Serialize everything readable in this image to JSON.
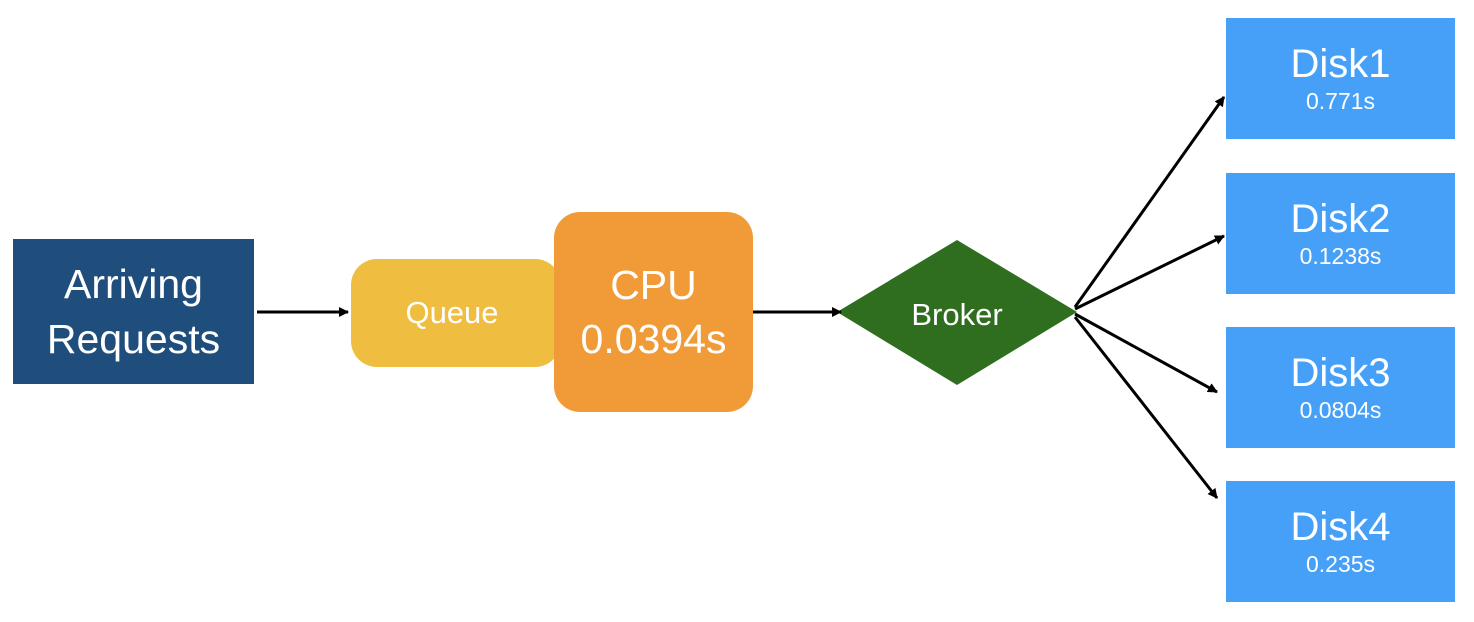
{
  "nodes": {
    "arriving": {
      "line1": "Arriving",
      "line2": "Requests"
    },
    "queue": {
      "label": "Queue"
    },
    "cpu": {
      "label": "CPU",
      "time": "0.0394s"
    },
    "broker": {
      "label": "Broker"
    },
    "disks": [
      {
        "label": "Disk1",
        "time": "0.771s"
      },
      {
        "label": "Disk2",
        "time": "0.1238s"
      },
      {
        "label": "Disk3",
        "time": "0.0804s"
      },
      {
        "label": "Disk4",
        "time": "0.235s"
      }
    ]
  },
  "edges": [
    {
      "from": "arriving",
      "to": "queue"
    },
    {
      "from": "cpu",
      "to": "broker"
    },
    {
      "from": "broker",
      "to": "disk1"
    },
    {
      "from": "broker",
      "to": "disk2"
    },
    {
      "from": "broker",
      "to": "disk3"
    },
    {
      "from": "broker",
      "to": "disk4"
    }
  ],
  "colors": {
    "arriving": "#1f4e7d",
    "queue": "#efbd40",
    "cpu": "#f19a38",
    "broker": "#2e6e1e",
    "disk": "#46a0f8",
    "edge": "#000000"
  }
}
